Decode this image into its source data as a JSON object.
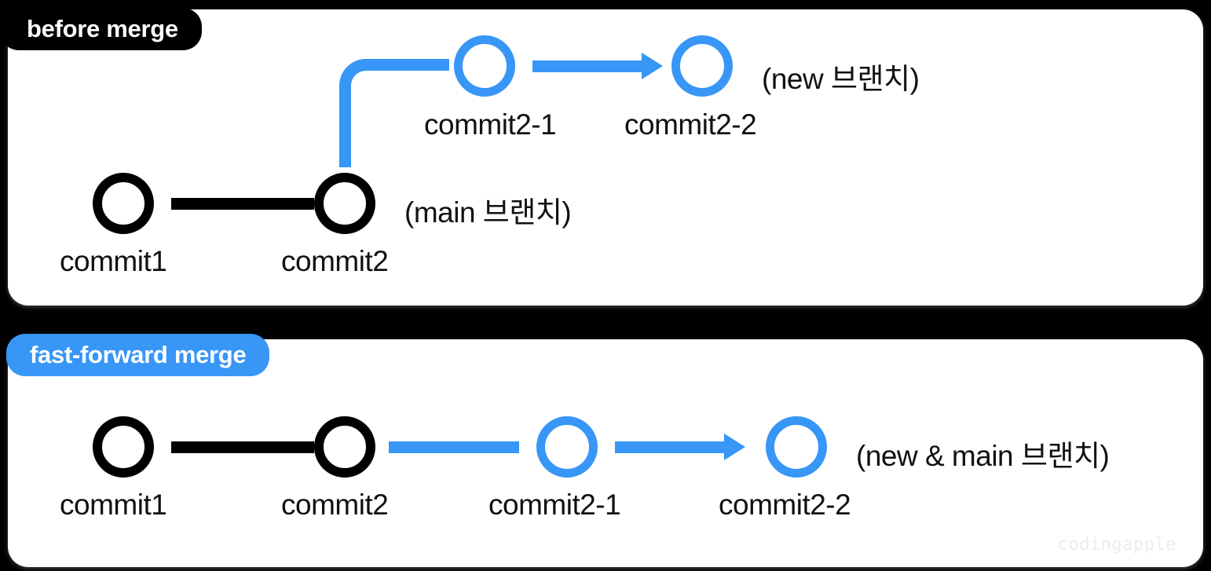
{
  "background_color": "#000000",
  "accent_color": "#3796f6",
  "panel_color": "#ffffff",
  "node_color_main": "#000000",
  "watermark": "codingapple",
  "panels": [
    {
      "id": "before-merge",
      "badge_label": "before merge",
      "badge_background": "#000000",
      "badge_text_color": "#ffffff",
      "nodes": [
        {
          "id": "commit1",
          "label": "commit1",
          "color": "black"
        },
        {
          "id": "commit2",
          "label": "commit2",
          "color": "black"
        },
        {
          "id": "commit2-1",
          "label": "commit2-1",
          "color": "blue"
        },
        {
          "id": "commit2-2",
          "label": "commit2-2",
          "color": "blue"
        }
      ],
      "branch_labels": [
        {
          "id": "main-branch",
          "text": "(main 브랜치)"
        },
        {
          "id": "new-branch",
          "text": "(new 브랜치)"
        }
      ]
    },
    {
      "id": "fast-forward-merge",
      "badge_label": "fast-forward merge",
      "badge_background": "#3796f6",
      "badge_text_color": "#ffffff",
      "nodes": [
        {
          "id": "commit1",
          "label": "commit1",
          "color": "black"
        },
        {
          "id": "commit2",
          "label": "commit2",
          "color": "black"
        },
        {
          "id": "commit2-1",
          "label": "commit2-1",
          "color": "blue"
        },
        {
          "id": "commit2-2",
          "label": "commit2-2",
          "color": "blue"
        }
      ],
      "branch_labels": [
        {
          "id": "new-and-main-branch",
          "text": "(new & main 브랜치)"
        }
      ]
    }
  ]
}
